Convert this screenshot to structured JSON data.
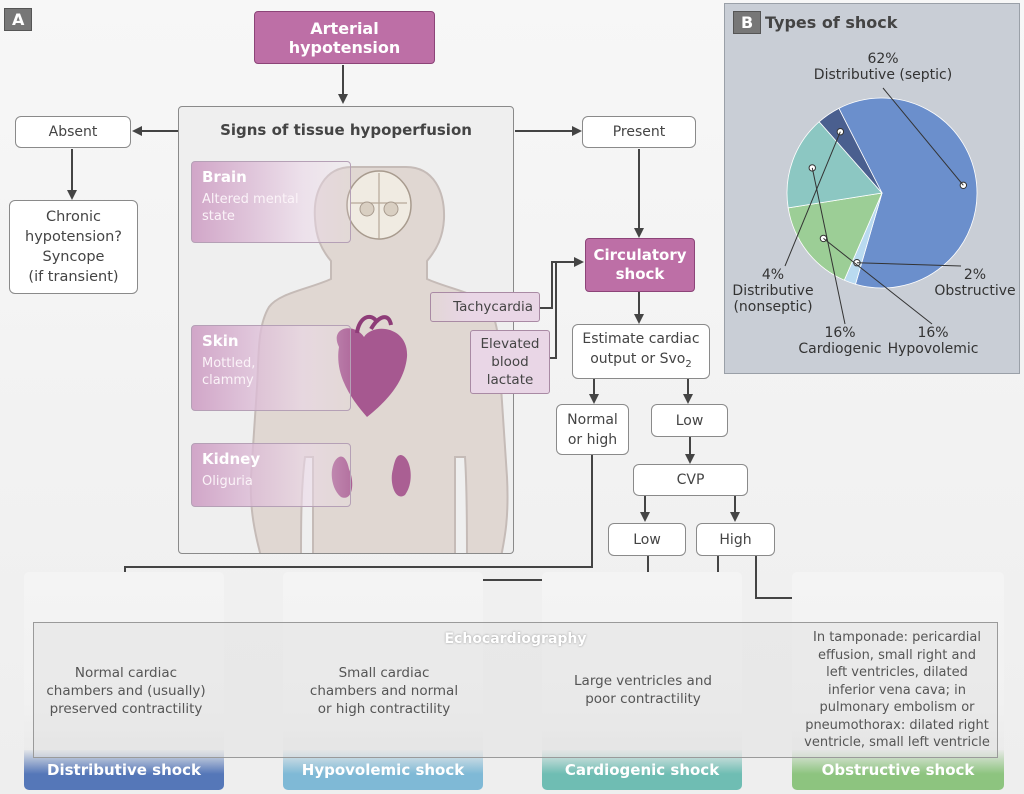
{
  "panel_a": {
    "tag": "A"
  },
  "top": {
    "arterial": "Arterial hypotension"
  },
  "signs": {
    "title": "Signs of tissue hypoperfusion",
    "brain": {
      "title": "Brain",
      "desc_1": "Altered mental",
      "desc_2": "state"
    },
    "skin": {
      "title": "Skin",
      "desc_1": "Mottled,",
      "desc_2": "clammy"
    },
    "kidney": {
      "title": "Kidney",
      "desc_1": "Oliguria"
    }
  },
  "absent": {
    "label": "Absent",
    "note_1": "Chronic",
    "note_2": "hypotension?",
    "note_3": "Syncope",
    "note_4": "(if transient)"
  },
  "present": {
    "label": "Present"
  },
  "tachycardia": "Tachycardia",
  "lactate": {
    "l1": "Elevated",
    "l2": "blood",
    "l3": "lactate"
  },
  "circulatory": {
    "l1": "Circulatory",
    "l2": "shock"
  },
  "estimate": {
    "l1": "Estimate cardiac",
    "l2": "output or Svo",
    "sub": "2"
  },
  "normal_high": {
    "l1": "Normal",
    "l2": "or high"
  },
  "low1": "Low",
  "cvp": "CVP",
  "low2": "Low",
  "high": "High",
  "echo": "Echocardiography",
  "columns": [
    {
      "name": "Distributive shock",
      "color": "#5577b8",
      "lines": [
        "Normal cardiac",
        "chambers and (usually)",
        "preserved contractility"
      ]
    },
    {
      "name": "Hypovolemic shock",
      "color": "#8cc3dd",
      "lines": [
        "Small cardiac",
        "chambers and normal",
        "or high contractility"
      ]
    },
    {
      "name": "Cardiogenic shock",
      "color": "#6fbdb3",
      "lines": [
        "Large ventricles and",
        "poor contractility"
      ]
    },
    {
      "name": "Obstructive shock",
      "color": "#96c98a",
      "lines": [
        "In tamponade: pericardial",
        "effusion, small right and",
        "left ventricles, dilated",
        "inferior vena cava; in",
        "pulmonary embolism or",
        "pneumothorax: dilated right",
        "ventricle, small left ventricle"
      ]
    }
  ],
  "panel_b": {
    "tag": "B",
    "title": "Types of shock"
  },
  "chart_data": {
    "type": "pie",
    "title": "Types of shock",
    "slices": [
      {
        "label": "Distributive (septic)",
        "value": 62,
        "pct_text": "62%",
        "color": "#6b8fcc"
      },
      {
        "label": "Obstructive",
        "value": 2,
        "pct_text": "2%",
        "color": "#b9daf0"
      },
      {
        "label": "Hypovolemic",
        "value": 16,
        "pct_text": "16%",
        "color": "#9cce96"
      },
      {
        "label": "Cardiogenic",
        "value": 16,
        "pct_text": "16%",
        "color": "#8cc7c2"
      },
      {
        "label": "Distributive (nonseptic)",
        "value": 4,
        "pct_text": "4%",
        "color": "#4a5f8f"
      }
    ],
    "label_lines": {
      "septic_1": "62%",
      "septic_2": "Distributive (septic)",
      "obstr_1": "2%",
      "obstr_2": "Obstructive",
      "hypo_1": "16%",
      "hypo_2": "Hypovolemic",
      "cardio_1": "16%",
      "cardio_2": "Cardiogenic",
      "nonsep_1": "4%",
      "nonsep_2": "Distributive",
      "nonsep_3": "(nonseptic)"
    }
  }
}
